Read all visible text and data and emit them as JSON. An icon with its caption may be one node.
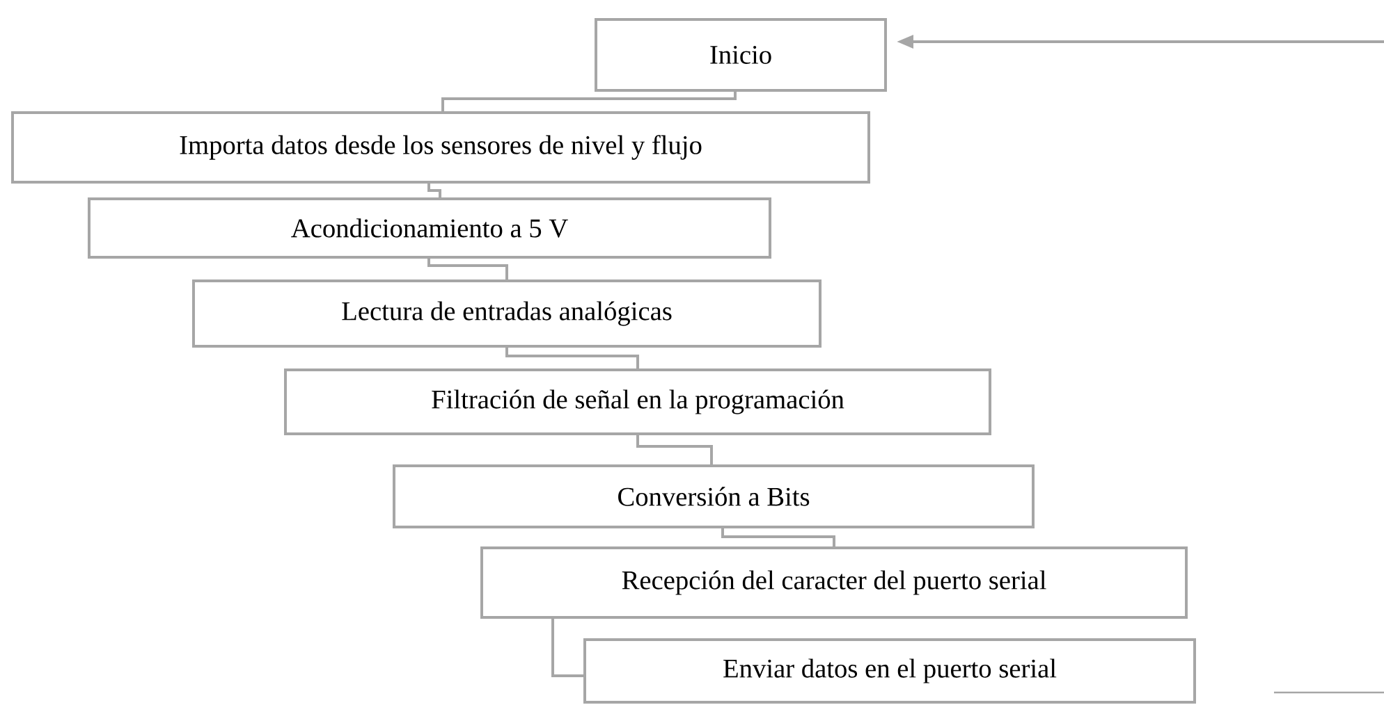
{
  "diagram": {
    "nodes": [
      {
        "text": [
          "Inicio"
        ]
      },
      {
        "text": [
          "Importa datos desde los sensores de nivel y flujo"
        ]
      },
      {
        "text": [
          "Acondicionamiento a 5 V"
        ]
      },
      {
        "text": [
          "Lectura de entradas analógicas"
        ]
      },
      {
        "text": [
          "Filtración de señal en la programación"
        ]
      },
      {
        "text": [
          "Conversión a Bits"
        ]
      },
      {
        "text": [
          "Recepción del caracter del puerto serial"
        ]
      },
      {
        "text": [
          "Enviar datos en el puerto serial"
        ]
      }
    ],
    "edges": [
      {
        "from": null,
        "to": 0,
        "arrow": "to"
      },
      {
        "from": 0,
        "to": 1,
        "arrow": "none"
      },
      {
        "from": 1,
        "to": 2,
        "arrow": "none"
      },
      {
        "from": 2,
        "to": 3,
        "arrow": "none"
      },
      {
        "from": 3,
        "to": 4,
        "arrow": "none"
      },
      {
        "from": 4,
        "to": 5,
        "arrow": "none"
      },
      {
        "from": 5,
        "to": 6,
        "arrow": "none"
      },
      {
        "from": 6,
        "to": 7,
        "arrow": "none"
      }
    ]
  }
}
